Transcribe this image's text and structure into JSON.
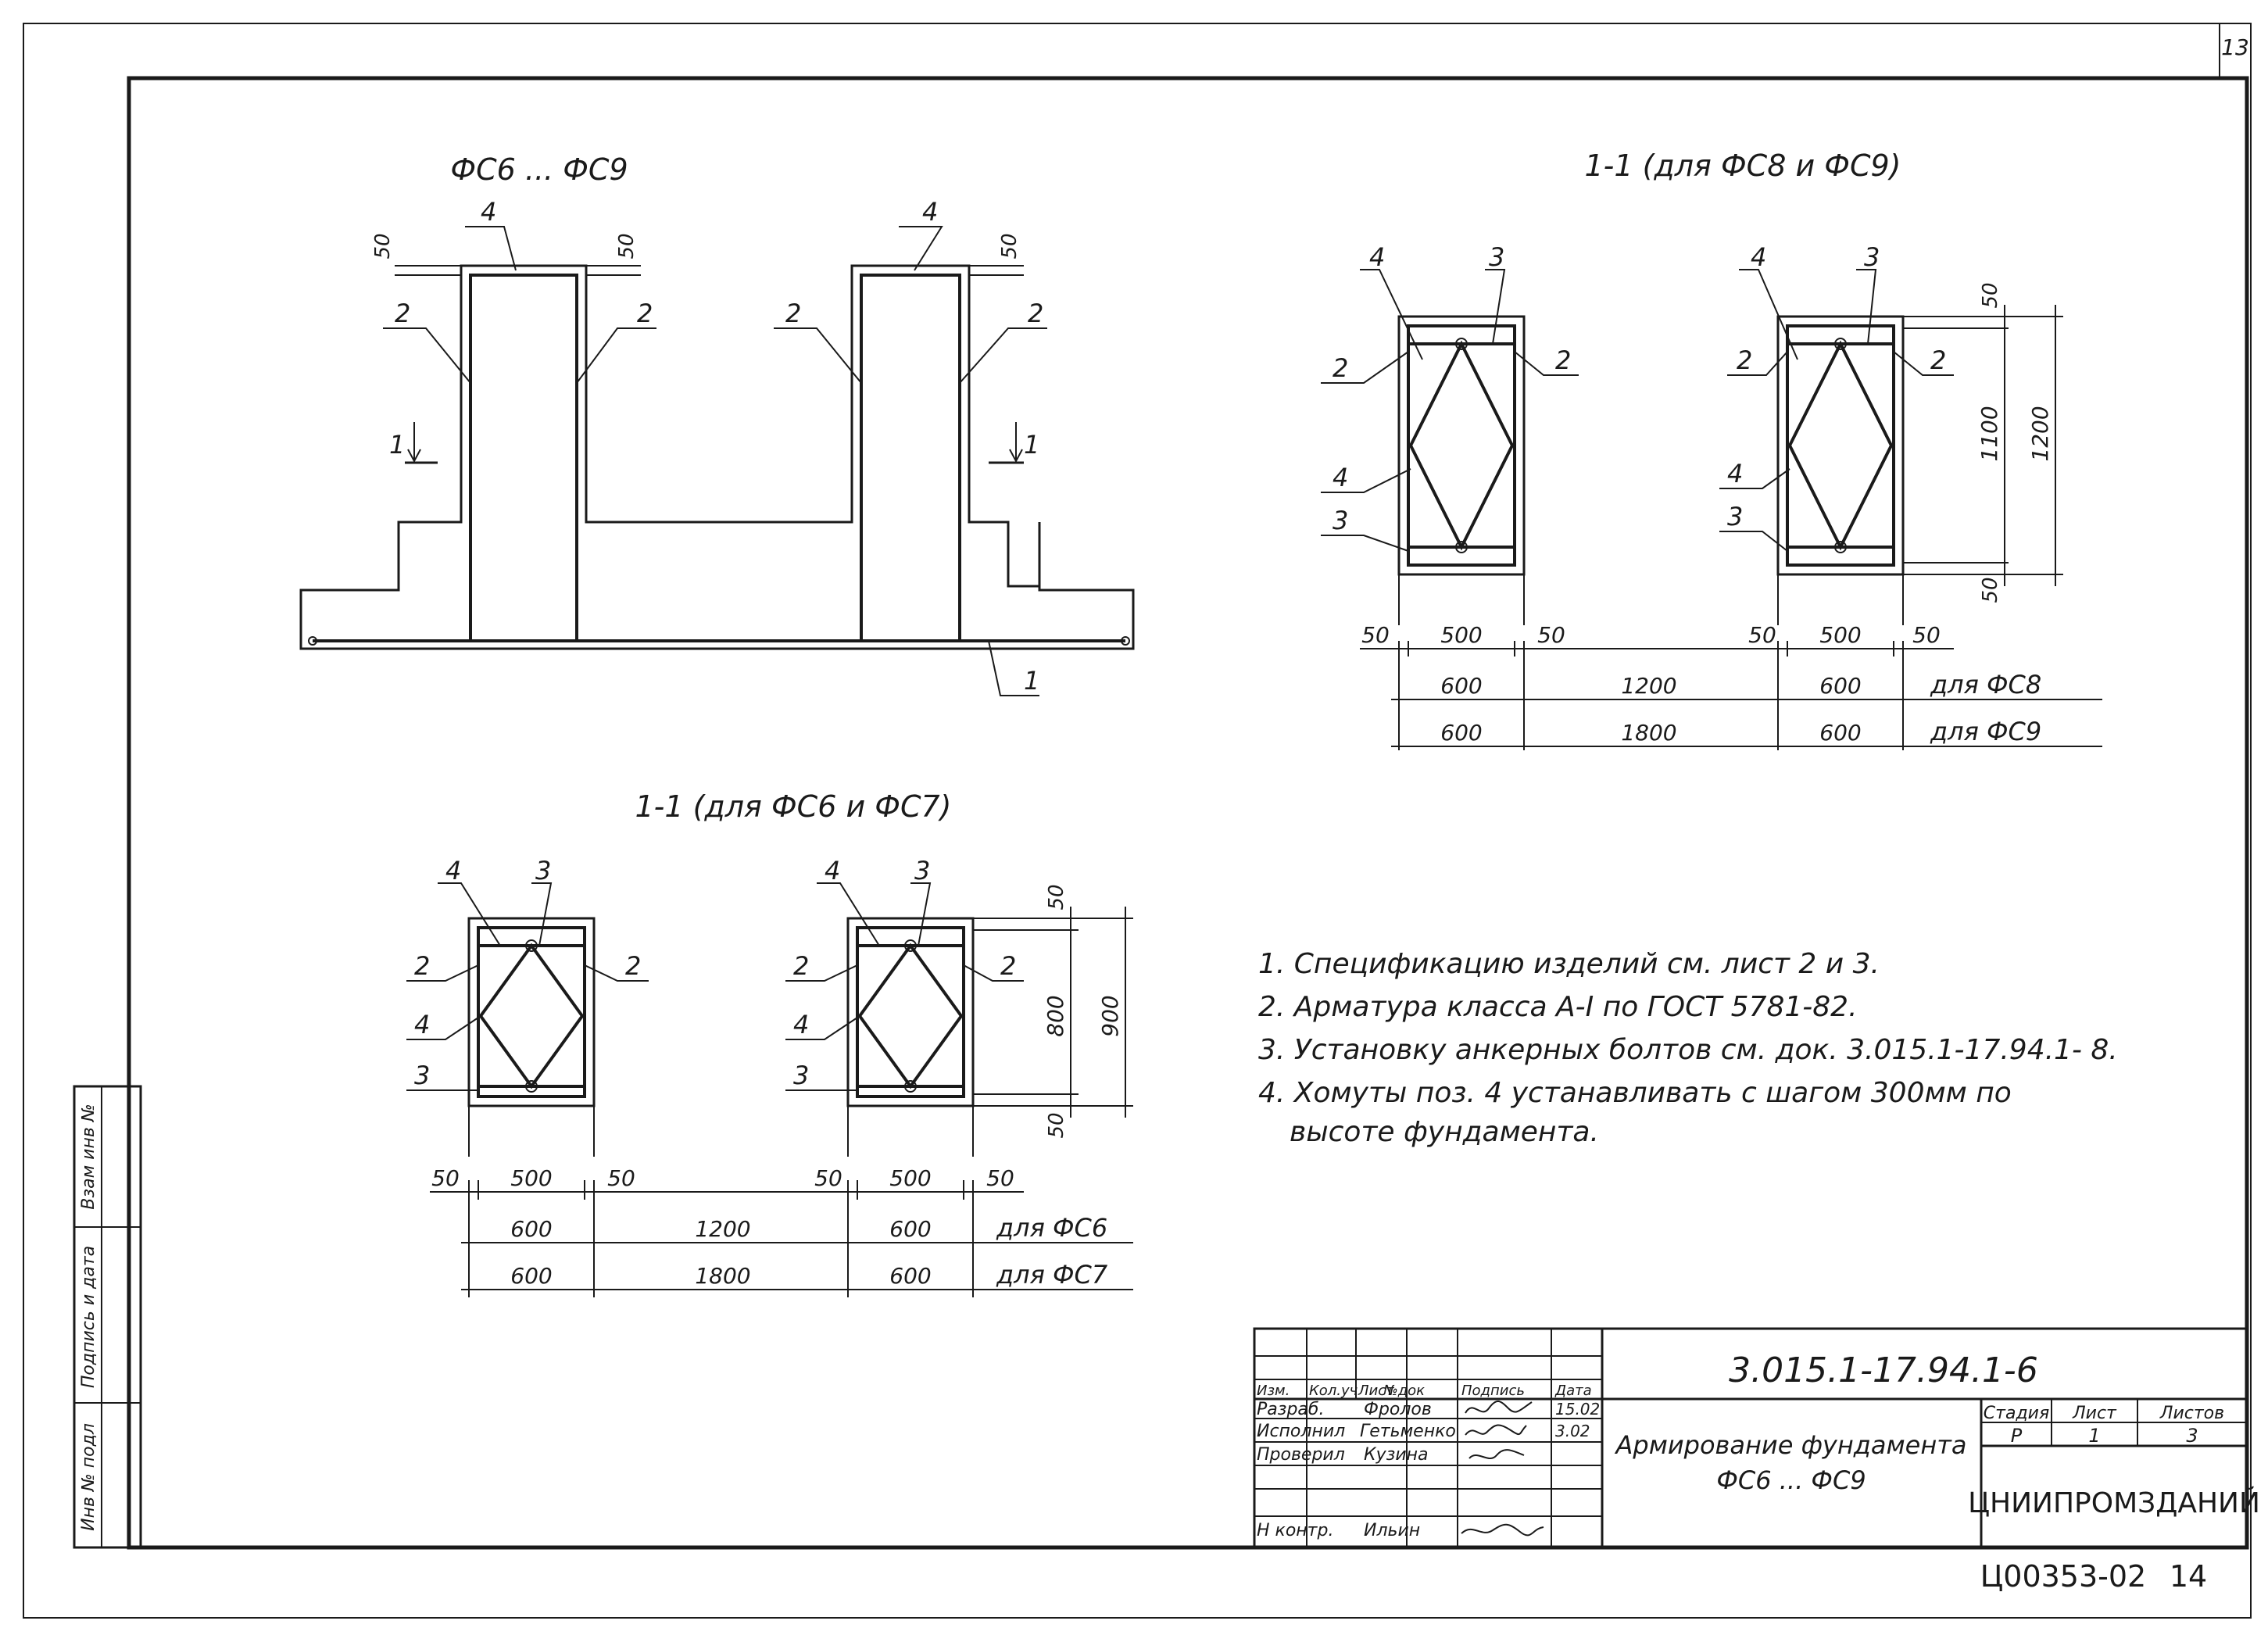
{
  "page_number": "13",
  "elevation": {
    "title": "ФС6 ... ФС9",
    "dim_top": "50",
    "pos1": "1",
    "pos2": "2",
    "pos4": "4",
    "section_mark": "1"
  },
  "section_fs8_fs9": {
    "title": "1-1  (для  ФС8 и ФС9)",
    "dim_50": "50",
    "dim_500": "500",
    "dim_600": "600",
    "dim_1200": "1200",
    "dim_1800": "1800",
    "dim_1100": "1100",
    "dim_1200v": "1200",
    "row1_label": "для ФС8",
    "row2_label": "для ФС9",
    "pos2": "2",
    "pos3": "3",
    "pos4": "4"
  },
  "section_fs6_fs7": {
    "title": "1-1  (для  ФС6 и ФС7)",
    "dim_50": "50",
    "dim_500": "500",
    "dim_600": "600",
    "dim_1200": "1200",
    "dim_1800": "1800",
    "dim_800": "800",
    "dim_900": "900",
    "row1_label": "для ФС6",
    "row2_label": "для ФС7",
    "pos2": "2",
    "pos3": "3",
    "pos4": "4"
  },
  "notes": [
    "1. Спецификацию изделий см. лист 2 и 3.",
    "2. Арматура класса А-I по ГОСТ 5781-82.",
    "3. Установку анкерных болтов см. док. 3.015.1-17.94.1- 8.",
    "4. Хомуты поз. 4 устанавливать с шагом 300мм по",
    "высоте фундамента."
  ],
  "side_stamp": [
    "Инв № подл",
    "Подпись и дата",
    "Взам инв №"
  ],
  "title_block": {
    "doc_code": "3.015.1-17.94.1-6",
    "header_cols": [
      "Изм.",
      "Кол.уч",
      "Лист",
      "№док",
      "Подпись",
      "Дата"
    ],
    "rows": [
      {
        "role": "Разраб.",
        "name": "Фролов",
        "date": "15.02"
      },
      {
        "role": "Исполнил",
        "name": "Гетьменко",
        "date": "3.02"
      },
      {
        "role": "Проверил",
        "name": "Кузина",
        "date": ""
      },
      {
        "role": "",
        "name": "",
        "date": ""
      },
      {
        "role": "Н контр.",
        "name": "Ильин",
        "date": ""
      }
    ],
    "drawing_title_1": "Армирование фундамента",
    "drawing_title_2": "ФС6 ... ФС9",
    "stage_label": "Стадия",
    "sheet_label": "Лист",
    "sheets_label": "Листов",
    "stage": "Р",
    "sheet": "1",
    "sheets": "3",
    "org": "ЦНИИПРОМЗДАНИЙ"
  },
  "bottom_code": "Ц00353-02",
  "bottom_page": "14"
}
